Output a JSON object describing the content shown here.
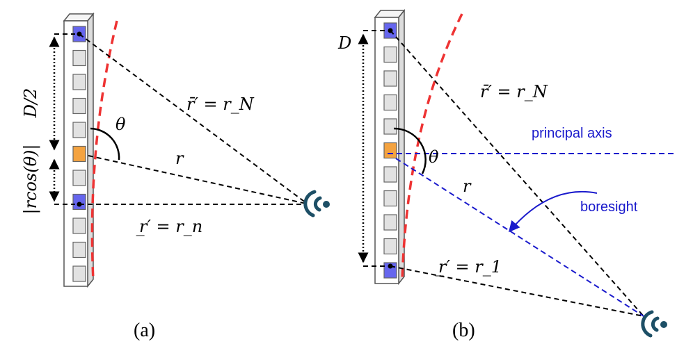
{
  "colors": {
    "active_element": "#6666ee",
    "center_element": "#f4a340",
    "idle_element": "#e2e2e2",
    "wavefront": "#ee3333",
    "axis_blue": "#1a1acc",
    "antenna": "#1d4f66"
  },
  "panel_a": {
    "caption": "(a)",
    "label_D_half": "D/2",
    "label_rcos": "|rcos(θ)|",
    "label_theta": "θ",
    "label_r": "r",
    "label_rN": "r̄′ = r_N",
    "label_rn": "r̲′ = r_n",
    "antenna_icon": "wireless-antenna-icon"
  },
  "panel_b": {
    "caption": "(b)",
    "label_D": "D",
    "label_theta": "θ",
    "label_r": "r",
    "label_rN": "r̄′ = r_N",
    "label_r1": "r̲′ = r_1",
    "principal_axis": "principal axis",
    "boresight": "boresight",
    "antenna_icon": "wireless-antenna-icon"
  }
}
